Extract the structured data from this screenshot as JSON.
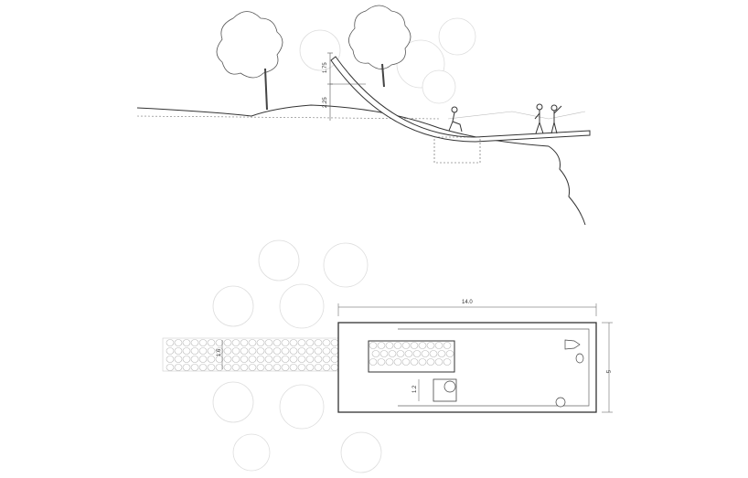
{
  "section": {
    "dimensions": {
      "upper_height": "1.75",
      "lower_height": "2.25"
    }
  },
  "plan": {
    "dimensions": {
      "length": "14.0",
      "width": "5",
      "path_width": "1.6",
      "seat_size": "1.2"
    }
  },
  "colors": {
    "line": "#333333",
    "faint": "#d0d0d0"
  }
}
